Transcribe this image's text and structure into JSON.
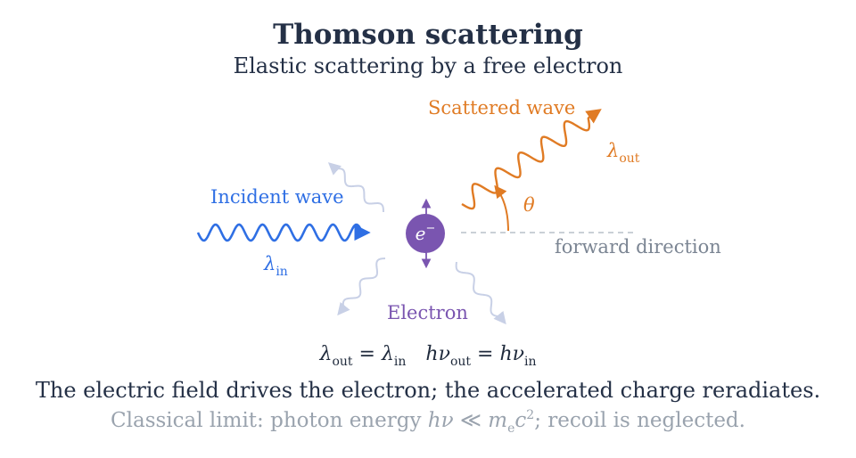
{
  "title": "Thomson scattering",
  "subtitle": "Elastic scattering by a free electron",
  "labels": {
    "scattered_wave": "Scattered wave",
    "incident_wave": "Incident wave",
    "forward_direction": "forward direction",
    "electron": "Electron",
    "theta": "θ",
    "lambda_symbol": "λ",
    "lambda_in_sub": "in",
    "lambda_out_sub": "out",
    "electron_symbol": "e",
    "electron_charge": "−"
  },
  "equation": {
    "lhs_symbol": "λ",
    "lhs_sub": "out",
    "eq1": " = ",
    "rhs_symbol": "λ",
    "rhs_sub": "in",
    "h_nu_1": "hν",
    "h_nu_1_sub": "out",
    "eq2": " = ",
    "h_nu_2": "hν",
    "h_nu_2_sub": "in"
  },
  "caption": "The electric field drives the electron; the accelerated charge reradiates.",
  "note": {
    "prefix": "Classical limit: photon energy ",
    "h_nu": "hν",
    "ll": " ≪ ",
    "m": "m",
    "m_sub": "e",
    "c": "c",
    "c_sup": "2",
    "suffix": "; recoil is neglected."
  },
  "colors": {
    "incident": "#2f6fe4",
    "scattered": "#e07b24",
    "electron": "#7a55b0",
    "faint": "#c8d0e6",
    "gray": "#7b8593"
  }
}
